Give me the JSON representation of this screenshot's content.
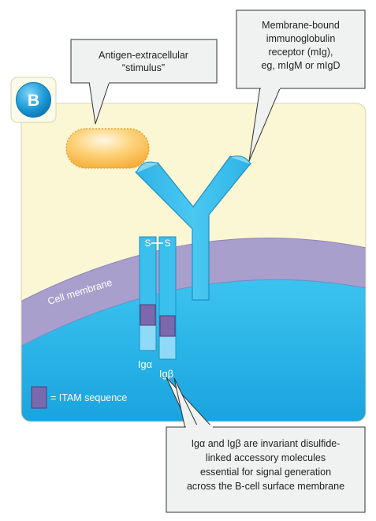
{
  "panel": {
    "badge_letter": "B"
  },
  "callouts": {
    "antigen": {
      "lines": [
        "Antigen-extracellular",
        "“stimulus”"
      ]
    },
    "receptor": {
      "lines": [
        "Membrane-bound",
        "immunoglobulin",
        "receptor (mIg),",
        "eg, mIgM or mIgD"
      ]
    },
    "accessory": {
      "lines": [
        "Igα and Igβ are invariant disulfide-",
        "linked accessory molecules",
        "essential for signal generation",
        "across the B-cell surface membrane"
      ]
    }
  },
  "labels": {
    "cell_membrane": "Cell membrane",
    "disulfide_left": "S",
    "disulfide_right": "S",
    "ig_alpha": "Igα",
    "ig_beta": "Igβ"
  },
  "legend": {
    "text": "= ITAM sequence"
  },
  "colors": {
    "extracellular": "#fbf6d3",
    "membrane": "#a99fcd",
    "cytoplasm": "#2ab3e6",
    "receptor": "#38c0ec",
    "itam": "#7a69ac",
    "antigen": "#fbbd52",
    "callout_bg": "#f0f1f1",
    "badge": "#1d9ad6"
  }
}
